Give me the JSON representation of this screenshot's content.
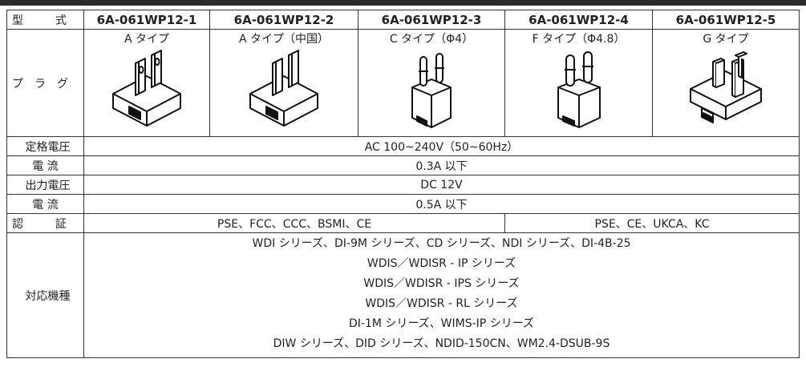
{
  "labels": {
    "model": [
      "型",
      "式"
    ],
    "plug": [
      "プ",
      "ラ",
      "グ"
    ],
    "rated_voltage": "定格電圧",
    "current": "電 流",
    "output_voltage": "出力電圧",
    "output_current": "電 流",
    "certification": [
      "認",
      "証"
    ],
    "compatible": "対応機種"
  },
  "models": [
    {
      "id": "6A-061WP12-1",
      "plug": "A タイプ",
      "icon": "plug-type-a-icon"
    },
    {
      "id": "6A-061WP12-2",
      "plug": "A タイプ（中国）",
      "icon": "plug-type-a-china-icon"
    },
    {
      "id": "6A-061WP12-3",
      "plug": "C タイプ（Φ4）",
      "icon": "plug-type-c-icon"
    },
    {
      "id": "6A-061WP12-4",
      "plug": "F タイプ（Φ4.8）",
      "icon": "plug-type-f-icon"
    },
    {
      "id": "6A-061WP12-5",
      "plug": "G タイプ",
      "icon": "plug-type-g-icon"
    }
  ],
  "specs": {
    "rated_voltage": "AC 100~240V（50~60Hz）",
    "rated_current": "0.3A 以下",
    "output_voltage": "DC 12V",
    "output_current": "0.5A 以下",
    "cert_group1": "PSE、FCC、CCC、BSMI、CE",
    "cert_group2": "PSE、CE、UKCA、KC"
  },
  "compatible_models": [
    "WDI シリーズ、DI-9M シリーズ、CD シリーズ、NDI シリーズ、DI-4B-25",
    "WDIS／WDISR - IP シリーズ",
    "WDIS／WDISR - IPS シリーズ",
    "WDIS／WDISR - RL シリーズ",
    "DI-1M シリーズ、WIMS-IP シリーズ",
    "DIW シリーズ、DID シリーズ、NDID-150CN、WM2.4-DSUB-9S"
  ]
}
